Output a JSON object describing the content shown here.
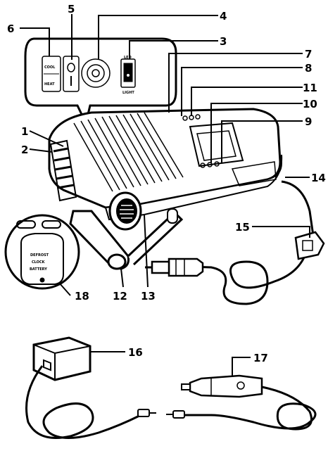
{
  "callouts": {
    "c1": "1",
    "c2": "2",
    "c3": "3",
    "c4": "4",
    "c5": "5",
    "c6": "6",
    "c7": "7",
    "c8": "8",
    "c9": "9",
    "c10": "10",
    "c11": "11",
    "c12": "12",
    "c13": "13",
    "c14": "14",
    "c15": "15",
    "c16": "16",
    "c17": "17",
    "c18": "18"
  },
  "inset_panel": {
    "switch_top": "COOL",
    "switch_bottom": "HEAT",
    "light_top": "LED",
    "light_bottom": "LIGHT"
  },
  "battery_cover": {
    "line1": "DEFROST",
    "line2": "CLOCK",
    "line3": "BATTERY"
  }
}
